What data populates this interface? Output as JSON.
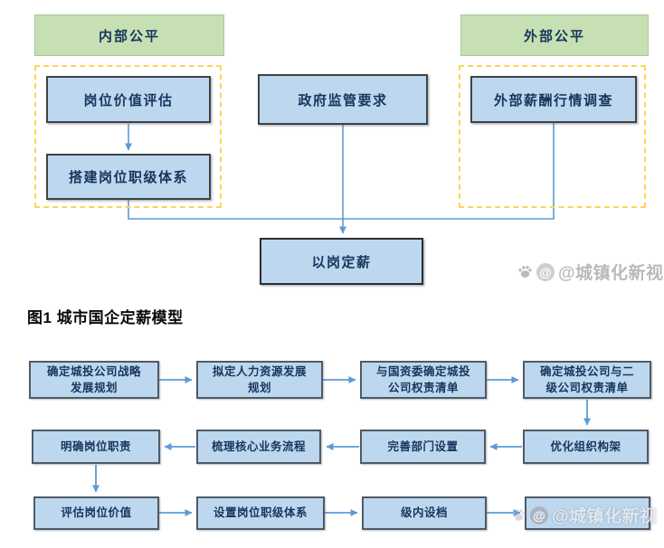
{
  "top_diagram": {
    "internal_header": "内部公平",
    "external_header": "外部公平",
    "job_value_box": "岗位价值评估",
    "rank_system_box": "搭建岗位职级体系",
    "gov_box": "政府监管要求",
    "external_survey_box": "外部薪酬行情调查",
    "salary_by_post_box": "以岗定薪"
  },
  "figure_caption": "图1 城市国企定薪模型",
  "flowchart": {
    "row1": [
      "确定城投公司战略\n发展规划",
      "拟定人力资源发展\n规划",
      "与国资委确定城投\n公司权责清单",
      "确定城投公司与二\n级公司权责清单"
    ],
    "row2": [
      "明确岗位职责",
      "梳理核心业务流程",
      "完善部门设置",
      "优化组织构架"
    ],
    "row3": [
      "评估岗位价值",
      "设置岗位职级体系",
      "级内设档",
      ""
    ]
  },
  "watermark": {
    "avatar_at": "@",
    "text": "@城镇化新视"
  },
  "colors": {
    "box_fill": "#bdd7ee",
    "green_fill": "#c6e0b4",
    "dashed_yellow": "#ffd455",
    "arrow_blue": "#5b9bd5",
    "text_navy": "#17365d"
  }
}
